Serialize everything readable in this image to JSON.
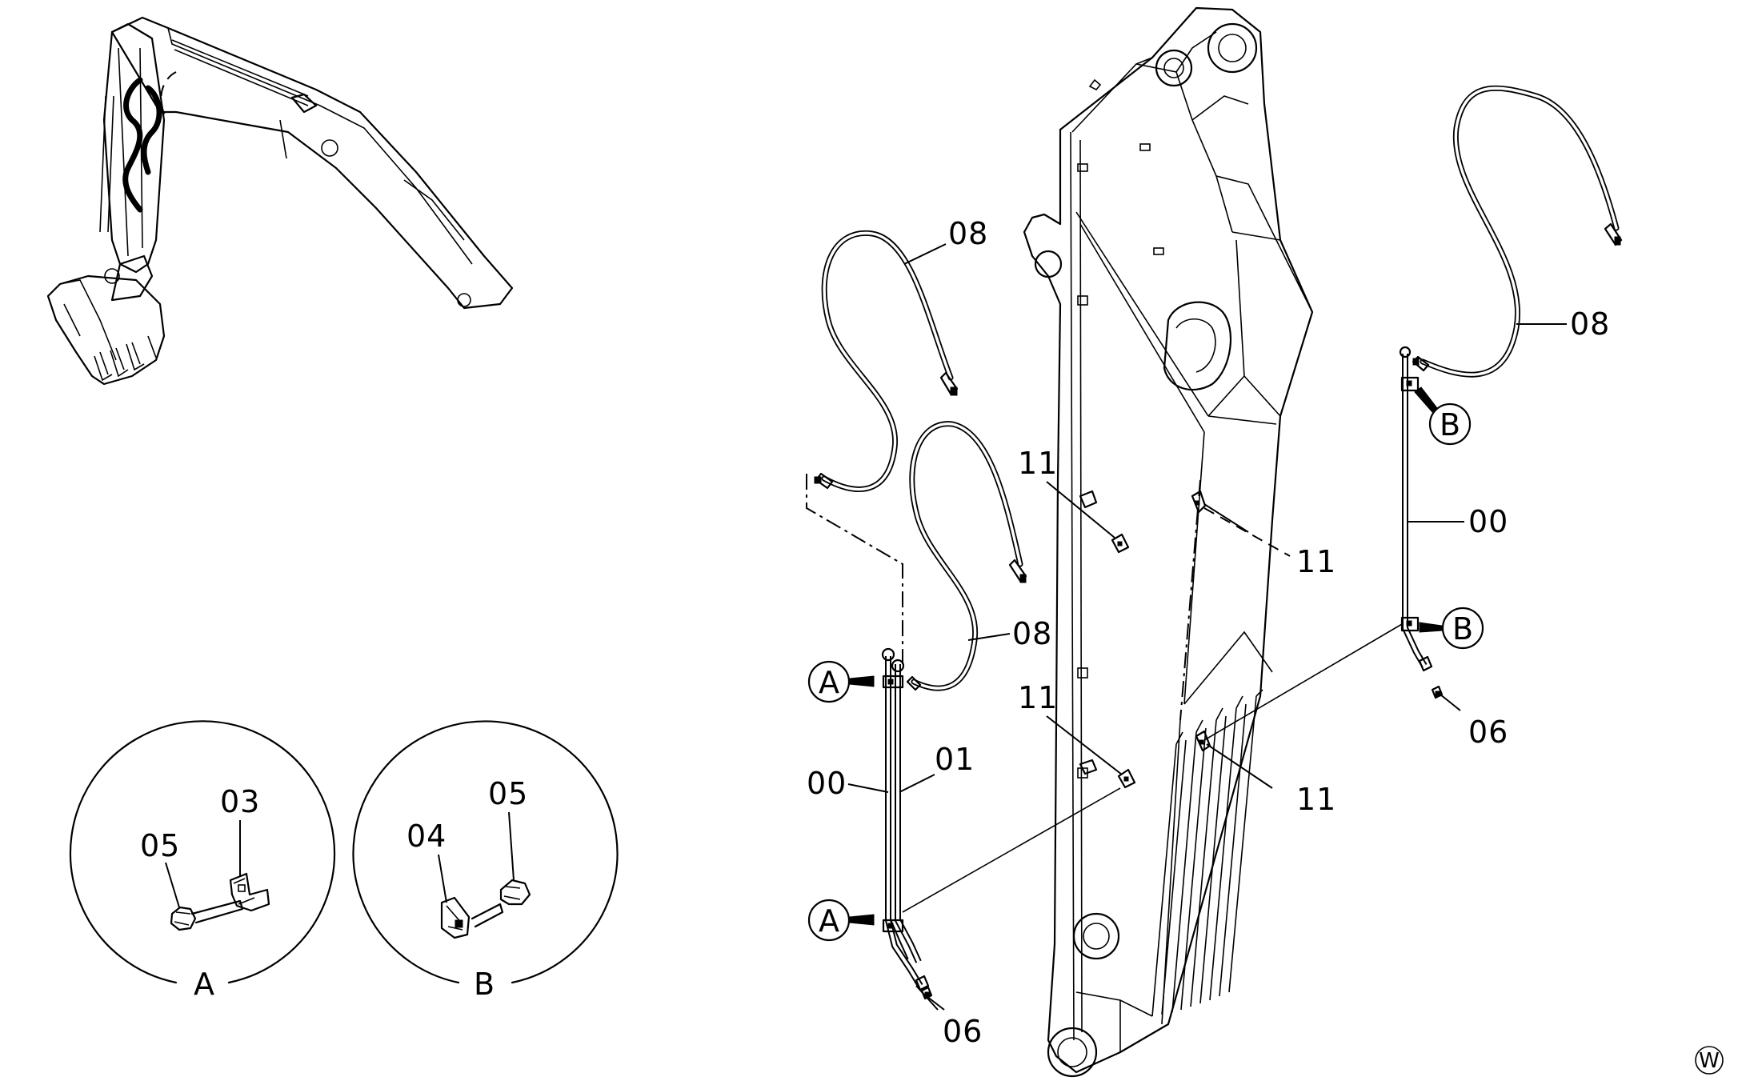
{
  "callouts": {
    "hose_left_upper": "08",
    "hose_left_lower": "08",
    "hose_right": "08",
    "pipe_left_outer": "00",
    "pipe_left_inner": "01",
    "pipe_right": "00",
    "clamp_upper_left": "11",
    "clamp_upper_right": "11",
    "clamp_lower_left": "11",
    "clamp_lower_right": "11",
    "fitting_left": "06",
    "fitting_right": "06"
  },
  "detail_refs": {
    "a_upper": "A",
    "a_lower": "A",
    "b_upper": "B",
    "b_lower": "B"
  },
  "detail_a": {
    "label": "A",
    "bolt": "05",
    "clamp": "03"
  },
  "detail_b": {
    "label": "B",
    "nut_clamp": "04",
    "bolt": "05"
  },
  "corner_mark": "W"
}
